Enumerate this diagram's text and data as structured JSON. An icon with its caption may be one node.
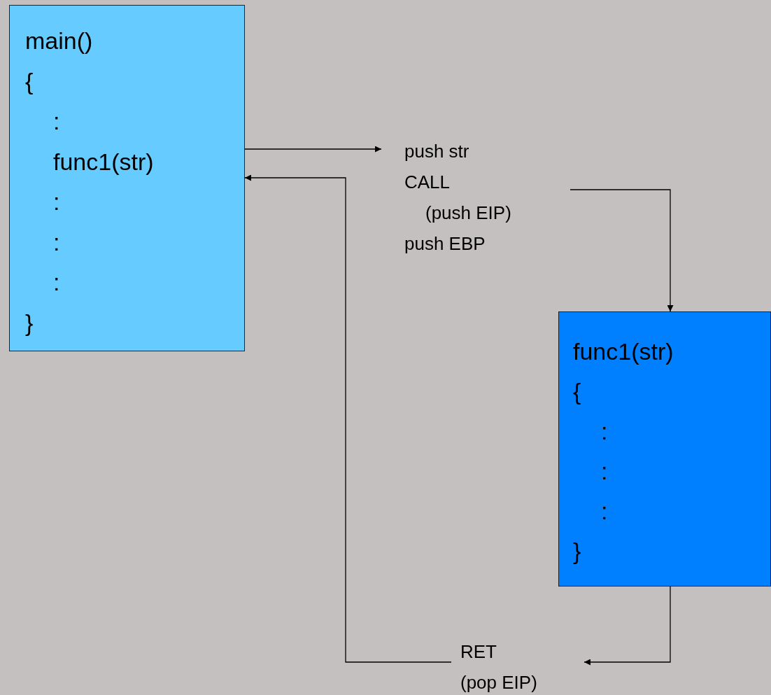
{
  "diagram": {
    "nodes": [
      {
        "text": [
          "main()",
          "{",
          ":",
          "func1(str)",
          ":",
          ":",
          ":",
          "}"
        ]
      },
      {
        "text": [
          "push str",
          "CALL",
          "(push EIP)",
          "push EBP"
        ]
      },
      {
        "text": [
          "func1(str)",
          "{",
          ":",
          ":",
          ":",
          "}"
        ]
      },
      {
        "text": [
          "RET",
          "(pop EIP)"
        ]
      }
    ],
    "edges": [
      {
        "from": 0,
        "to": 1,
        "arrow": "to"
      },
      {
        "from": 1,
        "to": 2,
        "arrow": "to"
      },
      {
        "from": 2,
        "to": 3,
        "arrow": "to"
      },
      {
        "from": 3,
        "to": 0,
        "arrow": "to"
      }
    ]
  }
}
